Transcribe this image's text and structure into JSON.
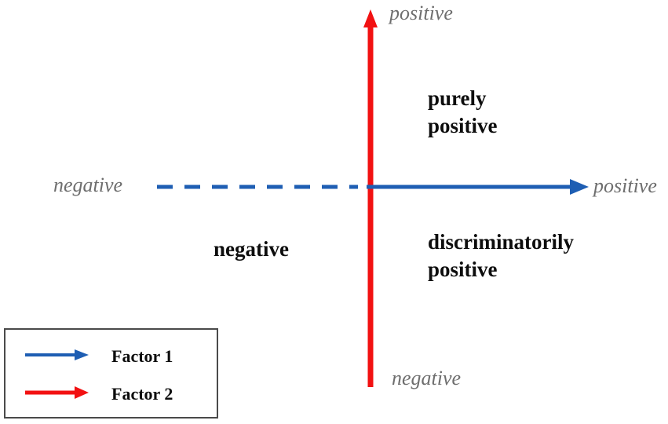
{
  "colors": {
    "factor1_blue": "#1e5eb3",
    "factor2_red": "#f21112",
    "axis_label_gray": "#6e6e6e",
    "quadrant_label_black": "#0d0d0d",
    "legend_border_gray": "#4a4a4a",
    "background": "#ffffff"
  },
  "axes": {
    "horizontal": {
      "left_label": "negative",
      "right_label": "positive"
    },
    "vertical": {
      "top_label": "positive",
      "bottom_label": "negative"
    }
  },
  "quadrants": {
    "top_right": [
      "purely",
      "positive"
    ],
    "bottom_left": "negative",
    "bottom_right": [
      "discriminatorily",
      "positive"
    ]
  },
  "legend": {
    "items": [
      {
        "label": "Factor 1"
      },
      {
        "label": "Factor 2"
      }
    ]
  }
}
